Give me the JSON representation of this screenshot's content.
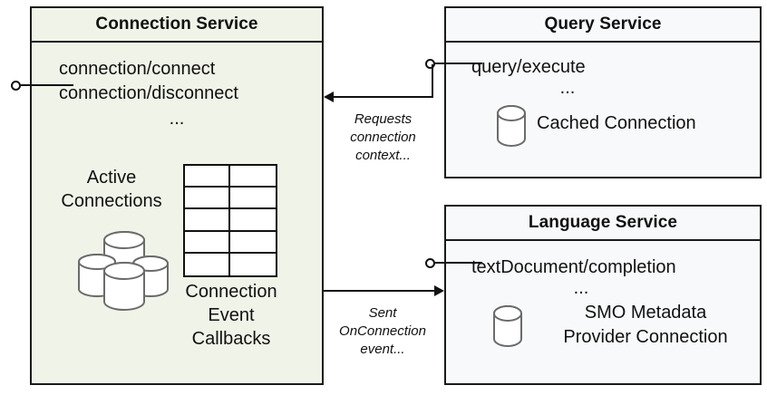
{
  "diagram": {
    "title": "Connection Service architecture",
    "type": "uml-component-diagram",
    "colors": {
      "connection_service_fill": "#f0f3e8",
      "service_fill": "#f8f9fa",
      "stroke": "#1a1a1a",
      "text": "#111111"
    }
  },
  "connection_service": {
    "title": "Connection Service",
    "interface_label": "provided-interface",
    "operations": [
      "connection/connect",
      "connection/disconnect"
    ],
    "ellipsis": "...",
    "active_connections_caption_line1": "Active",
    "active_connections_caption_line2": "Connections",
    "callbacks_caption_line1": "Connection",
    "callbacks_caption_line2": "Event",
    "callbacks_caption_line3": "Callbacks",
    "grid_rows": 5,
    "grid_cols": 2,
    "cylinder_count": 4
  },
  "query_service": {
    "title": "Query Service",
    "operations": [
      "query/execute"
    ],
    "ellipsis": "...",
    "store_label": "Cached Connection",
    "cylinder_count": 1
  },
  "language_service": {
    "title": "Language Service",
    "operations": [
      "textDocument/completion"
    ],
    "ellipsis": "...",
    "store_label_line1": "SMO Metadata",
    "store_label_line2": "Provider Connection",
    "cylinder_count": 1
  },
  "edges": [
    {
      "id": "query-to-connection",
      "from": "Query Service",
      "to": "Connection Service",
      "direction": "left",
      "label_line1": "Requests",
      "label_line2": "connection",
      "label_line3": "context..."
    },
    {
      "id": "connection-to-language",
      "from": "Connection Service",
      "to": "Language Service",
      "direction": "right",
      "label_line1": "Sent",
      "label_line2": "OnConnection",
      "label_line3": "event..."
    }
  ]
}
